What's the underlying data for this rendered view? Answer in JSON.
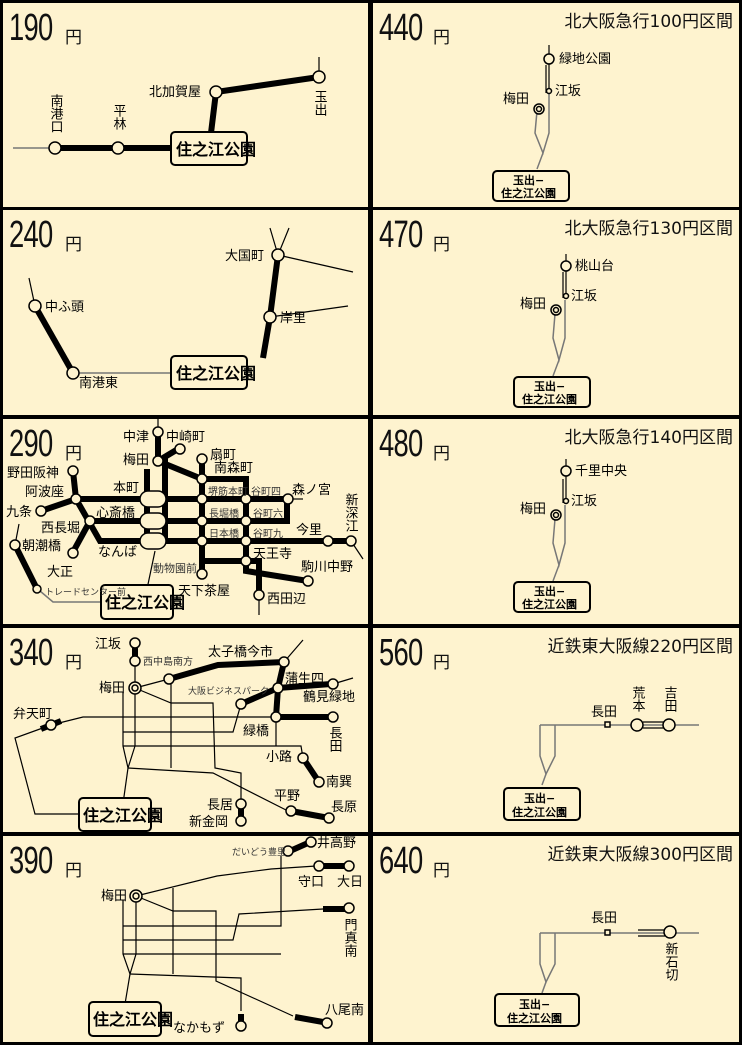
{
  "yen": "円",
  "goal": "住之江公園",
  "goal_two_line": [
    "玉出−",
    "住之江公園"
  ],
  "panels": {
    "p190": {
      "fare": "190",
      "stations": [
        "南港口",
        "平林",
        "北加賀屋",
        "玉出"
      ]
    },
    "p240": {
      "fare": "240",
      "stations": [
        "中ふ頭",
        "南港東",
        "大国町",
        "岸里"
      ]
    },
    "p290": {
      "fare": "290",
      "stations": [
        "中津",
        "中崎町",
        "梅田",
        "扇町",
        "南森町",
        "野田阪神",
        "阿波座",
        "本町",
        "九条",
        "心斎橋",
        "西長堀",
        "朝潮橋",
        "なんば",
        "大正",
        "トレードセンター前",
        "堺筋本町",
        "谷町四",
        "森ノ宮",
        "長堀橋",
        "谷町六",
        "日本橋",
        "谷町九",
        "今里",
        "新深江",
        "天王寺",
        "動物園前",
        "天下茶屋",
        "駒川中野",
        "西田辺"
      ]
    },
    "p340": {
      "fare": "340",
      "stations": [
        "江坂",
        "西中島南方",
        "梅田",
        "太子橋今市",
        "蒲生四",
        "鶴見緑地",
        "大阪ビジネスパーク",
        "緑橋",
        "長田",
        "弁天町",
        "小路",
        "南巽",
        "平野",
        "長原",
        "長居",
        "新金岡"
      ]
    },
    "p390": {
      "fare": "390",
      "stations": [
        "梅田",
        "だいどう豊里",
        "井高野",
        "守口",
        "大日",
        "門真南",
        "なかもず",
        "八尾南"
      ]
    },
    "p440": {
      "fare": "440",
      "title": "北大阪急行100円区間",
      "stations": [
        "緑地公園",
        "江坂",
        "梅田"
      ]
    },
    "p470": {
      "fare": "470",
      "title": "北大阪急行130円区間",
      "stations": [
        "桃山台",
        "江坂",
        "梅田"
      ]
    },
    "p480": {
      "fare": "480",
      "title": "北大阪急行140円区間",
      "stations": [
        "千里中央",
        "江坂",
        "梅田"
      ]
    },
    "p560": {
      "fare": "560",
      "title": "近鉄東大阪線220円区間",
      "stations": [
        "長田",
        "荒本",
        "吉田"
      ]
    },
    "p640": {
      "fare": "640",
      "title": "近鉄東大阪線300円区間",
      "stations": [
        "長田",
        "新石切"
      ]
    }
  }
}
